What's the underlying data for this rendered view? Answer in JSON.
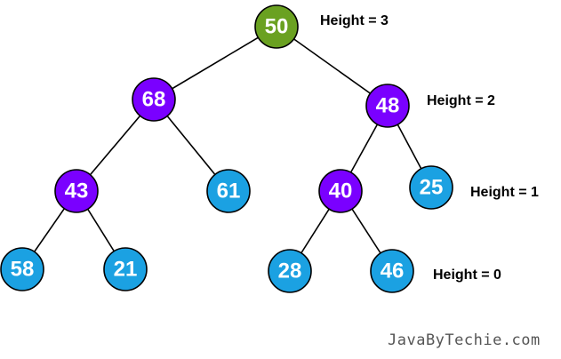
{
  "colors": {
    "root": "#6aa121",
    "internal": "#7a00ff",
    "leaf": "#1ba1e2",
    "stroke": "#000000",
    "node_text": "#ffffff"
  },
  "tree": {
    "nodes": [
      {
        "id": "n50",
        "value": "50",
        "kind": "root"
      },
      {
        "id": "n68",
        "value": "68",
        "kind": "internal"
      },
      {
        "id": "n48",
        "value": "48",
        "kind": "internal"
      },
      {
        "id": "n43",
        "value": "43",
        "kind": "internal"
      },
      {
        "id": "n61",
        "value": "61",
        "kind": "leaf"
      },
      {
        "id": "n40",
        "value": "40",
        "kind": "internal"
      },
      {
        "id": "n25",
        "value": "25",
        "kind": "leaf"
      },
      {
        "id": "n58",
        "value": "58",
        "kind": "leaf"
      },
      {
        "id": "n21",
        "value": "21",
        "kind": "leaf"
      },
      {
        "id": "n28",
        "value": "28",
        "kind": "leaf"
      },
      {
        "id": "n46",
        "value": "46",
        "kind": "leaf"
      }
    ],
    "edges": [
      [
        "n50",
        "n68"
      ],
      [
        "n50",
        "n48"
      ],
      [
        "n68",
        "n43"
      ],
      [
        "n68",
        "n61"
      ],
      [
        "n48",
        "n40"
      ],
      [
        "n48",
        "n25"
      ],
      [
        "n43",
        "n58"
      ],
      [
        "n43",
        "n21"
      ],
      [
        "n40",
        "n28"
      ],
      [
        "n40",
        "n46"
      ]
    ]
  },
  "height_labels": {
    "h3": "Height = 3",
    "h2": "Height = 2",
    "h1": "Height = 1",
    "h0": "Height = 0"
  },
  "watermark": "JavaByTechie.com"
}
